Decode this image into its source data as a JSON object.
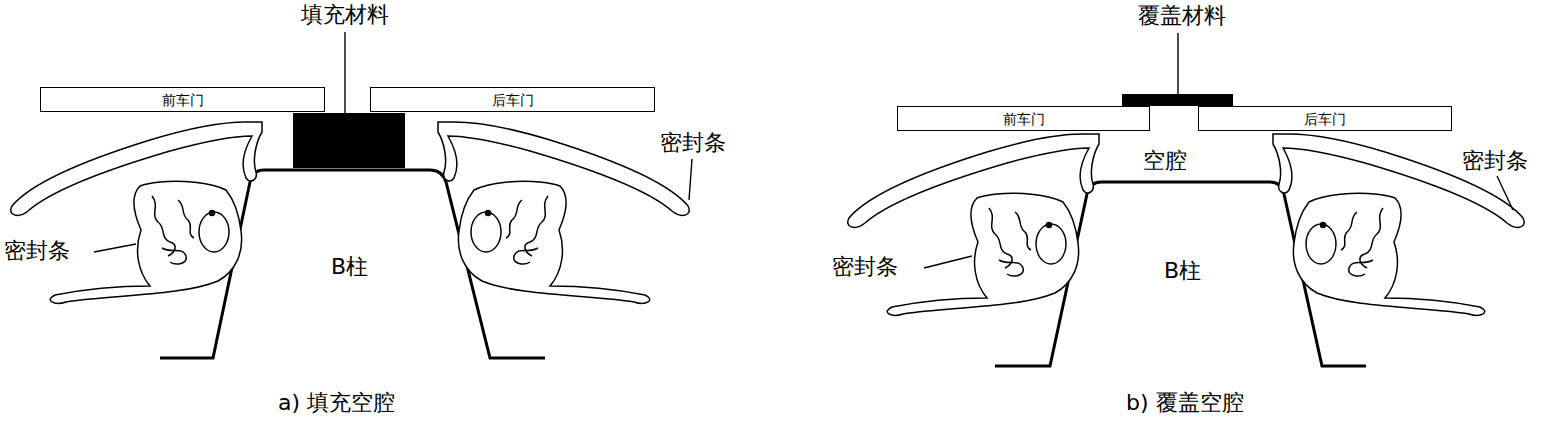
{
  "diagram": {
    "nodes": [
      {
        "text": [
          "前车门"
        ]
      },
      {
        "text": [
          "后车门"
        ]
      },
      {
        "text": [
          "前车门"
        ]
      },
      {
        "text": [
          "后车门"
        ]
      }
    ],
    "labels": [
      "填充材料",
      "密封条",
      "密封条",
      "B柱",
      "a) 填充空腔",
      "覆盖材料",
      "空腔",
      "密封条",
      "密封条",
      "B柱",
      "b) 覆盖空腔"
    ]
  }
}
